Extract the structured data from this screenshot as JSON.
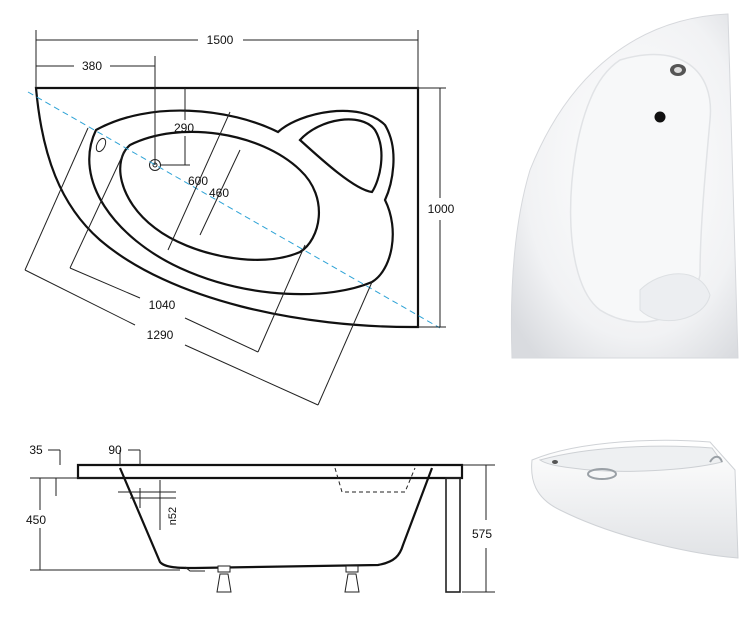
{
  "top_view": {
    "width": "1500",
    "depth": "1000",
    "drain_offset_x": "380",
    "drain_offset_y": "290",
    "basin_width_inner": "600",
    "basin_width_floor": "460",
    "length_floor": "1040",
    "length_inner": "1290"
  },
  "side_view": {
    "rim_thickness": "35",
    "rim_overhang": "90",
    "inner_depth": "450",
    "drain_diameter": "n52",
    "total_height": "575"
  }
}
